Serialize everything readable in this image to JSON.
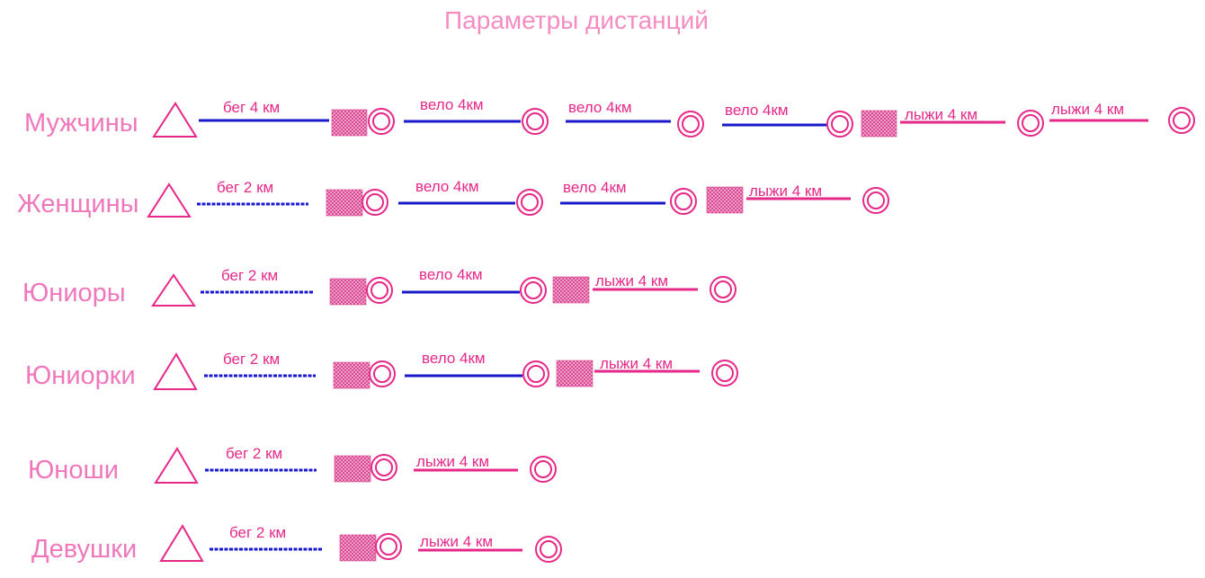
{
  "title": "Параметры дистанций",
  "colors": {
    "pink": "#e62889",
    "pink_label": "#ef78bc",
    "title": "#f48cc2",
    "blue": "#1a1acc",
    "hatch": "#d9438f"
  },
  "icons": {
    "start": "triangle-icon",
    "transition": "hatched-square-icon",
    "checkpoint": "double-circle-icon"
  },
  "rows": [
    {
      "label": "Мужчины",
      "segments": [
        {
          "label": "бег 4 км",
          "kind": "run-solid"
        },
        {
          "label": "вело 4км",
          "kind": "bike"
        },
        {
          "label": "вело 4км",
          "kind": "bike"
        },
        {
          "label": "вело 4км",
          "kind": "bike"
        },
        {
          "label": "лыжи 4 км",
          "kind": "ski"
        },
        {
          "label": "лыжи 4 км",
          "kind": "ski"
        }
      ]
    },
    {
      "label": "Женщины",
      "segments": [
        {
          "label": "бег 2 км",
          "kind": "run-dashed"
        },
        {
          "label": "вело 4км",
          "kind": "bike"
        },
        {
          "label": "вело 4км",
          "kind": "bike"
        },
        {
          "label": "лыжи 4 км",
          "kind": "ski"
        }
      ]
    },
    {
      "label": "Юниоры",
      "segments": [
        {
          "label": "бег 2 км",
          "kind": "run-dashed"
        },
        {
          "label": "вело 4км",
          "kind": "bike"
        },
        {
          "label": "лыжи 4 км",
          "kind": "ski"
        }
      ]
    },
    {
      "label": "Юниорки",
      "segments": [
        {
          "label": "бег 2 км",
          "kind": "run-dashed"
        },
        {
          "label": "вело 4км",
          "kind": "bike"
        },
        {
          "label": "лыжи 4 км",
          "kind": "ski"
        }
      ]
    },
    {
      "label": "Юноши",
      "segments": [
        {
          "label": "бег 2 км",
          "kind": "run-dashed"
        },
        {
          "label": "лыжи 4 км",
          "kind": "ski"
        }
      ]
    },
    {
      "label": "Девушки",
      "segments": [
        {
          "label": "бег 2 км",
          "kind": "run-dashed"
        },
        {
          "label": "лыжи 4 км",
          "kind": "ski"
        }
      ]
    }
  ]
}
